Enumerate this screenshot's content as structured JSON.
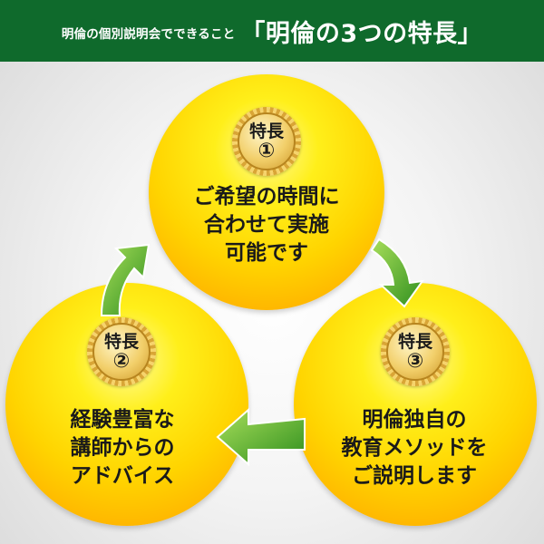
{
  "header": {
    "subtitle": "明倫の個別説明会でできること",
    "title": "「明倫の3つの特長」"
  },
  "features": [
    {
      "badge_label": "特長",
      "badge_number": "①",
      "lines": [
        "ご希望の時間に",
        "合わせて実施",
        "可能です"
      ]
    },
    {
      "badge_label": "特長",
      "badge_number": "②",
      "lines": [
        "経験豊富な",
        "講師からの",
        "アドバイス"
      ]
    },
    {
      "badge_label": "特長",
      "badge_number": "③",
      "lines": [
        "明倫独自の",
        "教育メソッドを",
        "ご説明します"
      ]
    }
  ],
  "colors": {
    "header_bg": "#0f6a2c",
    "circle_yellow": "#ffe000",
    "circle_orange": "#ff9e00",
    "arrow_green": "#4fae2c",
    "medal_gold": "#e8b94a"
  },
  "icons": [
    "medal-badge-icon",
    "cycle-arrow-icon"
  ]
}
